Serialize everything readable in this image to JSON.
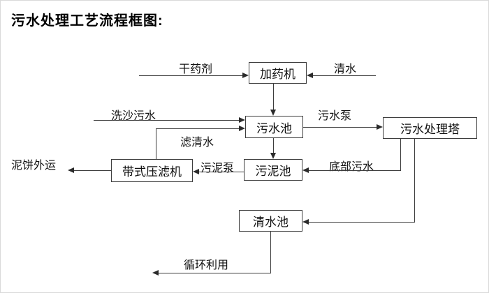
{
  "title": "污水处理工艺流程框图:",
  "diagram": {
    "nodes": {
      "dosing_machine": "加药机",
      "sewage_pool": "污水池",
      "treatment_tower": "污水处理塔",
      "sludge_pool": "污泥池",
      "belt_filter_press": "带式压滤机",
      "clear_water_pool": "清水池"
    },
    "edge_labels": {
      "dry_chemical": "干药剂",
      "clean_water": "清水",
      "sand_washing_sewage": "洗沙污水",
      "filtered_water": "滤清水",
      "sewage_pump": "污水泵",
      "bottom_sewage": "底部污水",
      "sludge_pump": "污泥泵",
      "mud_cake_out": "泥饼外运",
      "recycle_use": "循环利用"
    }
  }
}
